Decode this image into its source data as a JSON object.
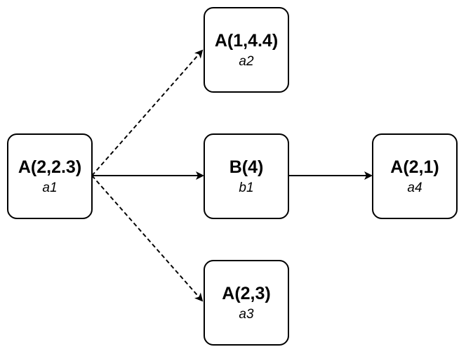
{
  "nodes": {
    "a1": {
      "title": "A(2,2.3)",
      "sub": "a1"
    },
    "a2": {
      "title": "A(1,4.4)",
      "sub": "a2"
    },
    "b1": {
      "title": "B(4)",
      "sub": "b1"
    },
    "a4": {
      "title": "A(2,1)",
      "sub": "a4"
    },
    "a3": {
      "title": "A(2,3)",
      "sub": "a3"
    }
  },
  "edges": [
    {
      "from": "a1",
      "to": "a2",
      "style": "dashed"
    },
    {
      "from": "a1",
      "to": "b1",
      "style": "solid"
    },
    {
      "from": "a1",
      "to": "a3",
      "style": "dashed"
    },
    {
      "from": "b1",
      "to": "a4",
      "style": "solid"
    }
  ]
}
